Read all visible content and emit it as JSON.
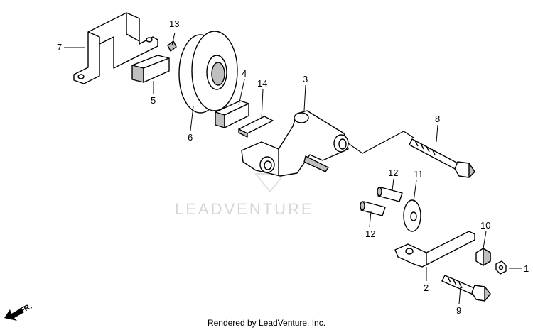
{
  "watermark": "LEADVENTURE",
  "footer": "Rendered by LeadVenture, Inc.",
  "direction_label": "FR.",
  "callouts": {
    "c1": "1",
    "c2": "2",
    "c3": "3",
    "c4": "4",
    "c5": "5",
    "c6": "6",
    "c7": "7",
    "c8": "8",
    "c9": "9",
    "c10": "10",
    "c11": "11",
    "c12a": "12",
    "c12b": "12",
    "c13": "13",
    "c14": "14"
  },
  "colors": {
    "line": "#000000",
    "part_shade": "#bfbfbf",
    "watermark": "#d6d6d6"
  }
}
